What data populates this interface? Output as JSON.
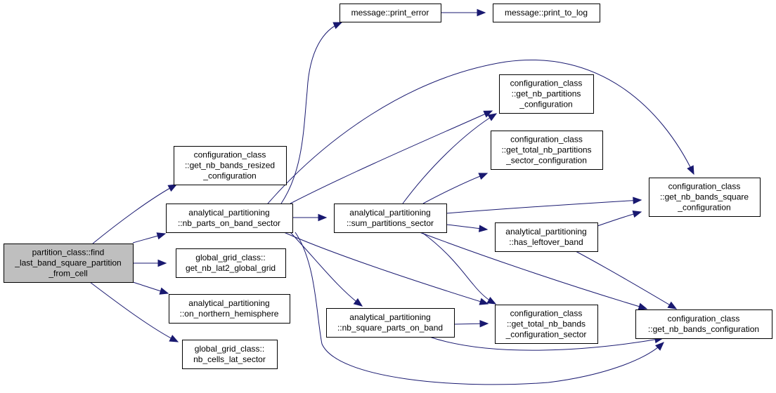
{
  "colors": {
    "edge": "#191970",
    "root_fill": "#bfbfbf",
    "node_fill": "#ffffff",
    "node_border": "#000000"
  },
  "nodes": {
    "root": [
      "partition_class::find",
      "_last_band_square_partition",
      "_from_cell"
    ],
    "nb_bands_resized": [
      "configuration_class",
      "::get_nb_bands_resized",
      "_configuration"
    ],
    "nb_parts_on_band_sector": [
      "analytical_partitioning",
      "::nb_parts_on_band_sector"
    ],
    "nb_lat2_global_grid": [
      "global_grid_class::",
      "get_nb_lat2_global_grid"
    ],
    "on_northern_hemisphere": [
      "analytical_partitioning",
      "::on_northern_hemisphere"
    ],
    "nb_cells_lat_sector": [
      "global_grid_class::",
      "nb_cells_lat_sector"
    ],
    "print_error": [
      "message::print_error"
    ],
    "print_to_log": [
      "message::print_to_log"
    ],
    "sum_partitions_sector": [
      "analytical_partitioning",
      "::sum_partitions_sector"
    ],
    "nb_square_parts_on_band": [
      "analytical_partitioning",
      "::nb_square_parts_on_band"
    ],
    "nb_partitions_configuration": [
      "configuration_class",
      "::get_nb_partitions",
      "_configuration"
    ],
    "total_nb_partitions_sector": [
      "configuration_class",
      "::get_total_nb_partitions",
      "_sector_configuration"
    ],
    "has_leftover_band": [
      "analytical_partitioning",
      "::has_leftover_band"
    ],
    "total_nb_bands_sector": [
      "configuration_class",
      "::get_total_nb_bands",
      "_configuration_sector"
    ],
    "nb_bands_square": [
      "configuration_class",
      "::get_nb_bands_square",
      "_configuration"
    ],
    "nb_bands_configuration": [
      "configuration_class",
      "::get_nb_bands_configuration"
    ]
  },
  "edges": [
    [
      "root",
      "nb_bands_resized"
    ],
    [
      "root",
      "nb_parts_on_band_sector"
    ],
    [
      "root",
      "nb_lat2_global_grid"
    ],
    [
      "root",
      "on_northern_hemisphere"
    ],
    [
      "root",
      "nb_cells_lat_sector"
    ],
    [
      "nb_parts_on_band_sector",
      "print_error"
    ],
    [
      "print_error",
      "print_to_log"
    ],
    [
      "nb_parts_on_band_sector",
      "nb_partitions_configuration"
    ],
    [
      "nb_parts_on_band_sector",
      "nb_bands_square"
    ],
    [
      "nb_parts_on_band_sector",
      "sum_partitions_sector"
    ],
    [
      "nb_parts_on_band_sector",
      "nb_square_parts_on_band"
    ],
    [
      "nb_parts_on_band_sector",
      "total_nb_bands_sector"
    ],
    [
      "nb_parts_on_band_sector",
      "nb_bands_configuration"
    ],
    [
      "sum_partitions_sector",
      "nb_partitions_configuration"
    ],
    [
      "sum_partitions_sector",
      "total_nb_partitions_sector"
    ],
    [
      "sum_partitions_sector",
      "nb_bands_square"
    ],
    [
      "sum_partitions_sector",
      "has_leftover_band"
    ],
    [
      "sum_partitions_sector",
      "total_nb_bands_sector"
    ],
    [
      "sum_partitions_sector",
      "nb_bands_configuration"
    ],
    [
      "has_leftover_band",
      "nb_bands_square"
    ],
    [
      "has_leftover_band",
      "nb_bands_configuration"
    ],
    [
      "nb_square_parts_on_band",
      "total_nb_bands_sector"
    ],
    [
      "nb_square_parts_on_band",
      "nb_bands_configuration"
    ]
  ]
}
